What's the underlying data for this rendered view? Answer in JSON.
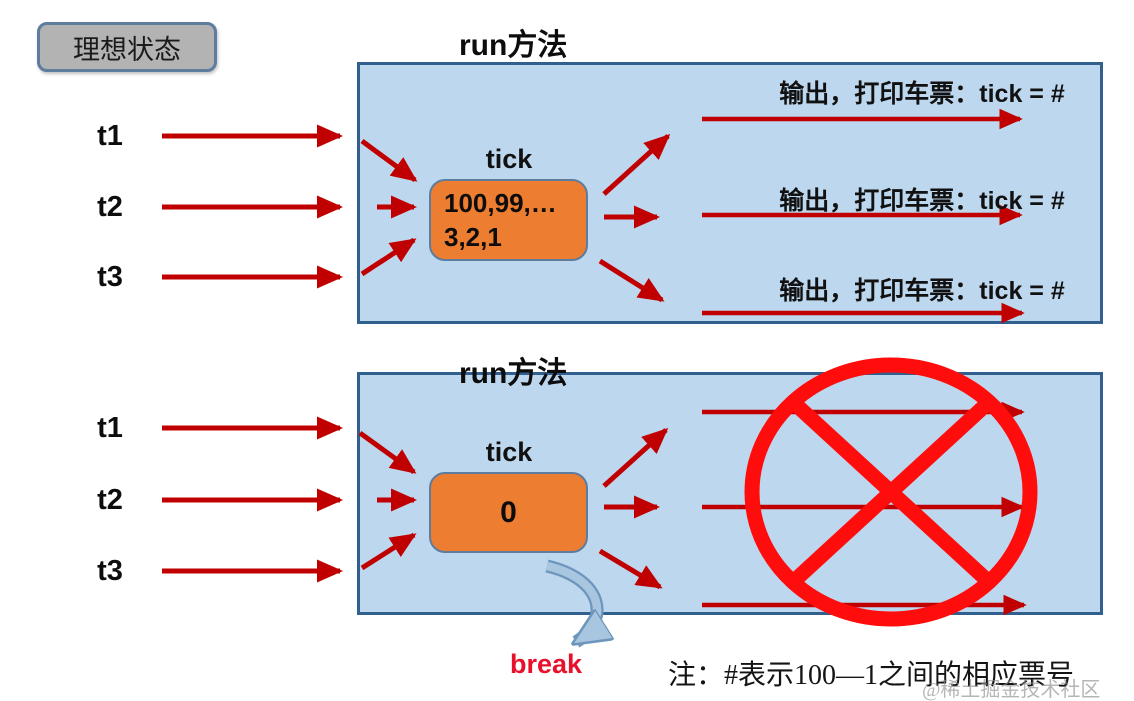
{
  "colors": {
    "panel_fill": "#BDD7EE",
    "panel_border": "#31608F",
    "arrow_red": "#C00000",
    "prohibit_red": "#FF0C0C",
    "tick_box_fill": "#ED7D31",
    "tick_box_border": "#5D7C9E",
    "badge_fill": "#B3B3B3",
    "break_text_red": "#E8112B",
    "break_arrow_fill": "#A9C6E0"
  },
  "badge": {
    "label": "理想状态"
  },
  "panel_top": {
    "title": "run方法",
    "threads": [
      "t1",
      "t2",
      "t3"
    ],
    "tick_label": "tick",
    "tick_value_line1": "100,99,…",
    "tick_value_line2": "3,2,1",
    "outputs": [
      {
        "zh": "输出，打印车票：",
        "code": "tick = #"
      },
      {
        "zh": "输出，打印车票：",
        "code": "tick = #"
      },
      {
        "zh": "输出，打印车票：",
        "code": "tick = #"
      }
    ]
  },
  "panel_bottom": {
    "title": "run方法",
    "threads": [
      "t1",
      "t2",
      "t3"
    ],
    "tick_label": "tick",
    "tick_value": "0",
    "break_label": "break"
  },
  "footnote": "注：#表示100—1之间的相应票号",
  "watermark": "@稀土掘金技术社区"
}
